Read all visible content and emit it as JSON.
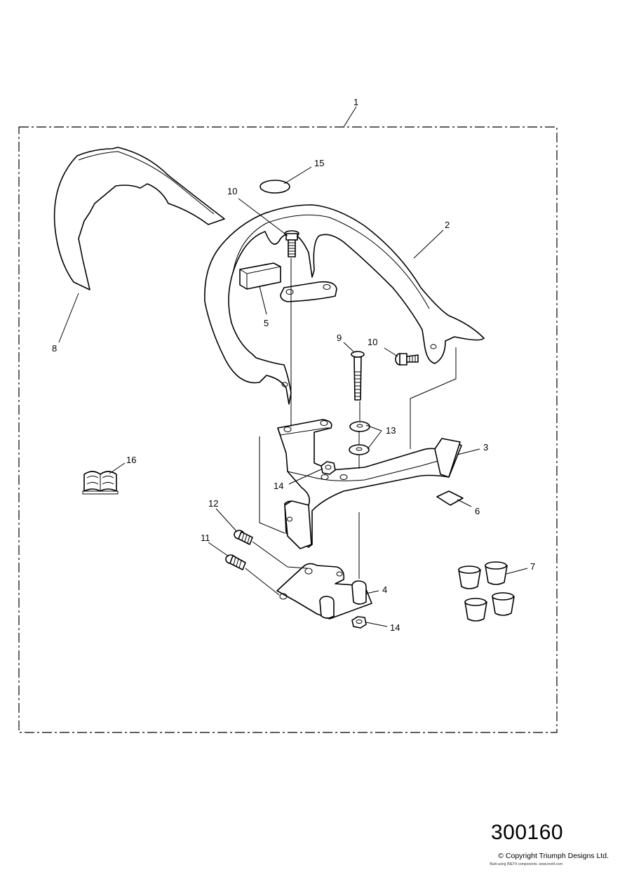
{
  "diagram": {
    "number": "300160",
    "copyright": "© Copyright Triumph Designs Ltd.",
    "built_with": "Built using INET4 components. www.inet4.com"
  },
  "callouts": [
    {
      "id": "callout-1",
      "label": "1"
    },
    {
      "id": "callout-2",
      "label": "2"
    },
    {
      "id": "callout-3",
      "label": "3"
    },
    {
      "id": "callout-4",
      "label": "4"
    },
    {
      "id": "callout-5",
      "label": "5"
    },
    {
      "id": "callout-6",
      "label": "6"
    },
    {
      "id": "callout-7",
      "label": "7"
    },
    {
      "id": "callout-8",
      "label": "8"
    },
    {
      "id": "callout-9",
      "label": "9"
    },
    {
      "id": "callout-10a",
      "label": "10"
    },
    {
      "id": "callout-10b",
      "label": "10"
    },
    {
      "id": "callout-11",
      "label": "11"
    },
    {
      "id": "callout-12",
      "label": "12"
    },
    {
      "id": "callout-13",
      "label": "13"
    },
    {
      "id": "callout-14a",
      "label": "14"
    },
    {
      "id": "callout-14b",
      "label": "14"
    },
    {
      "id": "callout-15",
      "label": "15"
    },
    {
      "id": "callout-16",
      "label": "16"
    }
  ]
}
